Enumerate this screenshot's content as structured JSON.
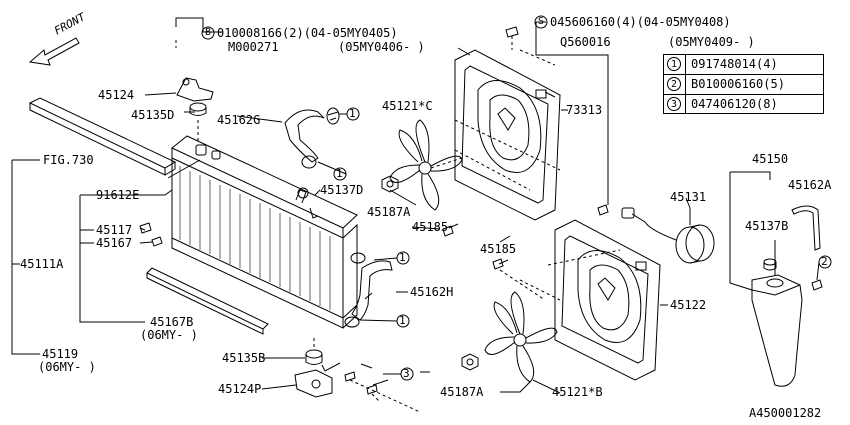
{
  "front_label": "FRONT",
  "diagram_id": "A450001282",
  "header_notes": {
    "bolt_b": "B",
    "bolt_b_text": "010008166(2)(04-05MY0405)",
    "bolt_b_alt": "M000271",
    "bolt_b_alt_range": "(05MY0406-  )",
    "screw_s": "S",
    "screw_s_text": "045606160(4)(04-05MY0408)",
    "screw_s_alt": "Q560016",
    "screw_s_alt_range": "(05MY0409-  )"
  },
  "legend": [
    {
      "num": "1",
      "text": "091748014(4)"
    },
    {
      "num": "2",
      "text": "B010006160(5)"
    },
    {
      "num": "3",
      "text": "047406120(8)"
    }
  ],
  "callouts": {
    "c1": "1",
    "c2": "2",
    "c3": "3"
  },
  "parts": {
    "p45124": "45124",
    "p45135D": "45135D",
    "p45162G": "45162G",
    "p45121C": "45121*C",
    "p73313": "73313",
    "fig730": "FIG.730",
    "p91612E": "91612E",
    "p45137D": "45137D",
    "p45187A_top": "45187A",
    "p45185_top": "45185",
    "p45117": "45117",
    "p45167": "45167",
    "p45111A": "45111A",
    "p45167B": "45167B",
    "p45167B_range": "(06MY-  )",
    "p45119": "45119",
    "p45119_range": "(06MY-  )",
    "p45162H": "45162H",
    "p45135B": "45135B",
    "p45124P": "45124P",
    "p45185_bot": "45185",
    "p45131": "45131",
    "p45122": "45122",
    "p45187A_bot": "45187A",
    "p45121B": "45121*B",
    "p45150": "45150",
    "p45162A": "45162A",
    "p45137B": "45137B"
  }
}
